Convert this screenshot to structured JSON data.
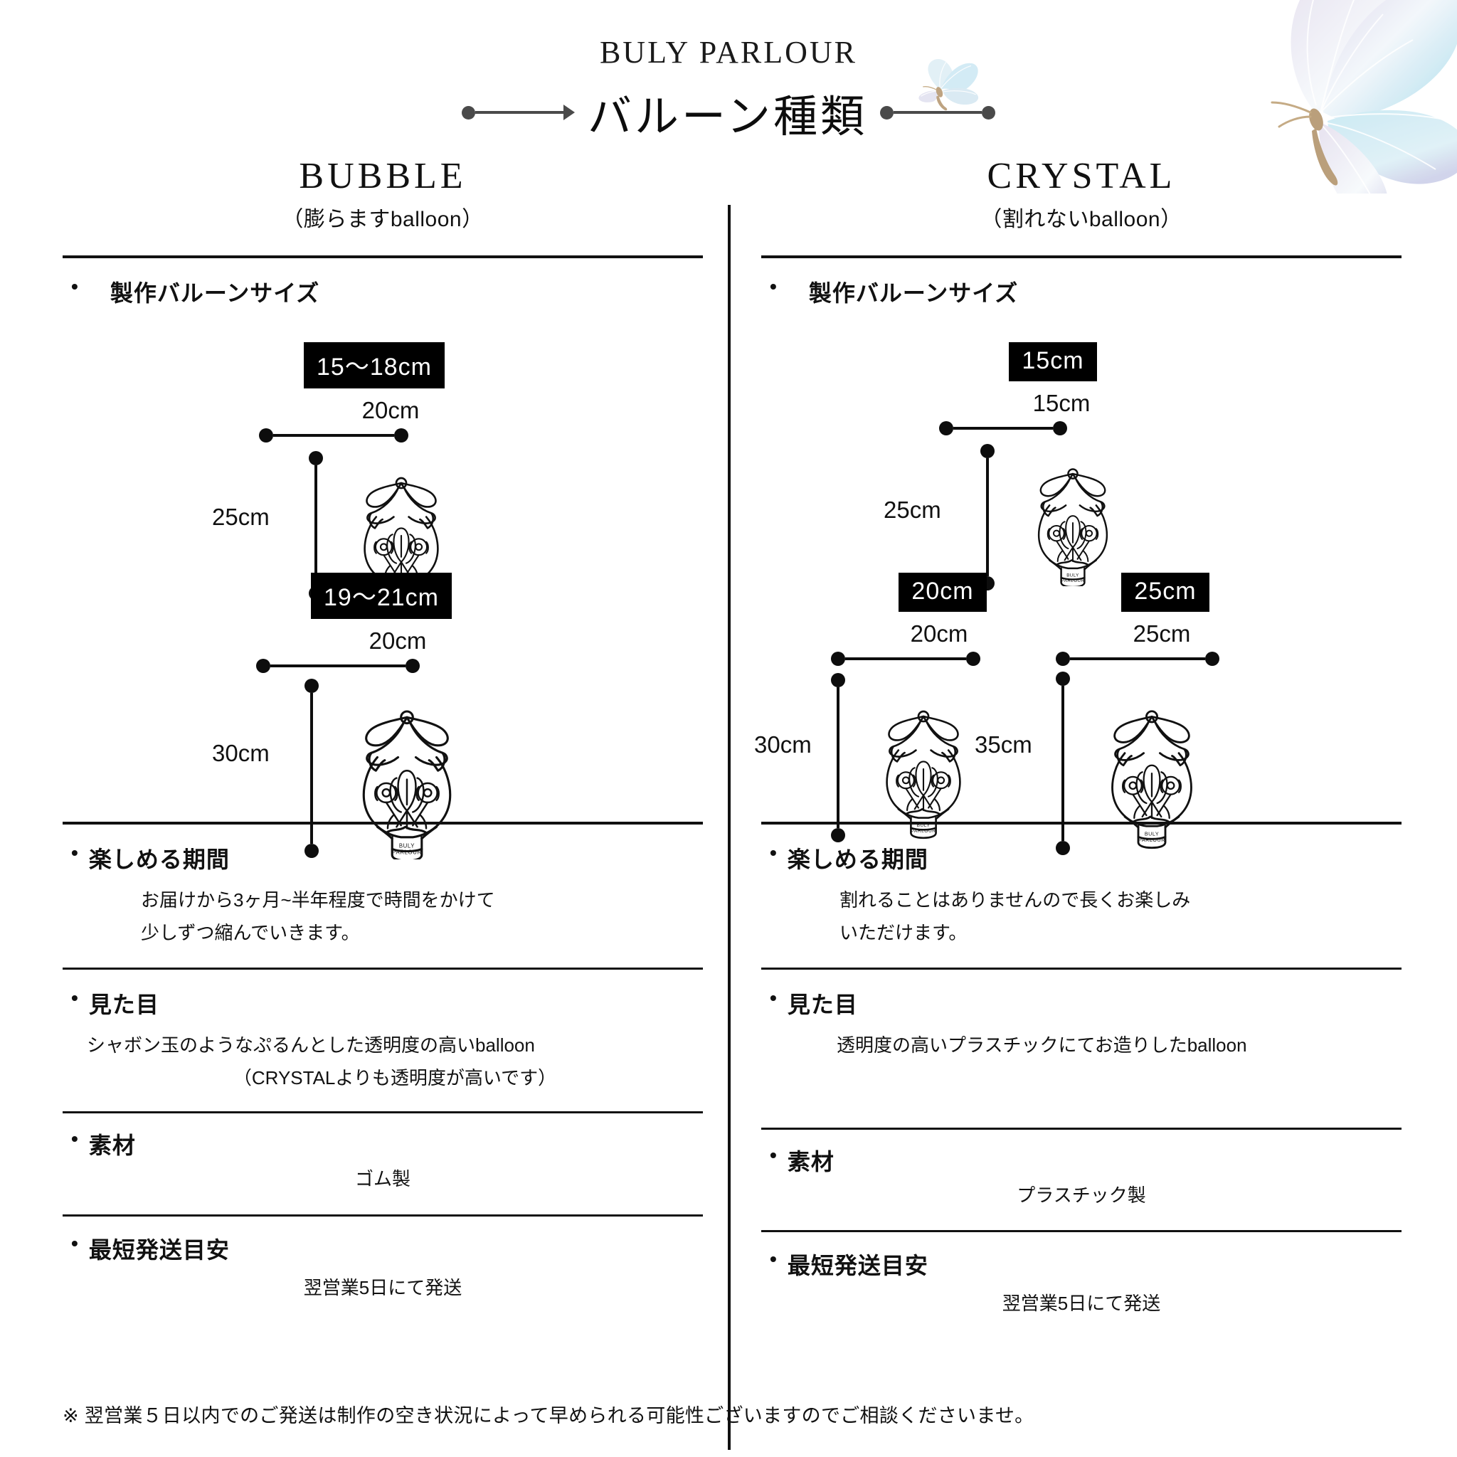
{
  "brand": "BULY PARLOUR",
  "title": "バルーン種類",
  "columns": [
    {
      "key": "bubble",
      "name": "BUBBLE",
      "subtitle": "（膨らますballoon）",
      "size_heading": "製作バルーンサイズ",
      "sizes": [
        {
          "tag": "15〜18cm",
          "width_label": "20cm",
          "height_label": "25cm"
        },
        {
          "tag": "19〜21cm",
          "width_label": "20cm",
          "height_label": "30cm"
        }
      ],
      "sections": [
        {
          "heading": "楽しめる期間",
          "lines": [
            "お届けから3ヶ月~半年程度で時間をかけて",
            "少しずつ縮んでいきます。"
          ]
        },
        {
          "heading": "見た目",
          "lines": [
            "シャボン玉のようなぷるんとした透明度の高いballoon",
            "（CRYSTALよりも透明度が高いです）"
          ]
        },
        {
          "heading": "素材",
          "lines": [
            "ゴム製"
          ]
        },
        {
          "heading": "最短発送目安",
          "lines": [
            "翌営業5日にて発送"
          ]
        }
      ]
    },
    {
      "key": "crystal",
      "name": "CRYSTAL",
      "subtitle": "（割れないballoon）",
      "size_heading": "製作バルーンサイズ",
      "sizes": [
        {
          "tag": "15cm",
          "width_label": "15cm",
          "height_label": "25cm"
        },
        {
          "tag": "20cm",
          "width_label": "20cm",
          "height_label": "30cm"
        },
        {
          "tag": "25cm",
          "width_label": "25cm",
          "height_label": "35cm"
        }
      ],
      "sections": [
        {
          "heading": "楽しめる期間",
          "lines": [
            "割れることはありませんので長くお楽しみ",
            "いただけます。"
          ]
        },
        {
          "heading": "見た目",
          "lines": [
            "透明度の高いプラスチックにてお造りしたballoon"
          ]
        },
        {
          "heading": "素材",
          "lines": [
            "プラスチック製"
          ]
        },
        {
          "heading": "最短発送目安",
          "lines": [
            "翌営業5日にて発送"
          ]
        }
      ]
    }
  ],
  "balloon_logo_line1": "BULY",
  "balloon_logo_line2": "PARLOUR",
  "footer_note": "※ 翌営業５日以内でのご発送は制作の空き状況によって早められる可能性ございますのでご相談くださいませ。",
  "bullet_glyph": "•",
  "colors": {
    "ink": "#111111",
    "tag_bg": "#000000",
    "tag_fg": "#ffffff",
    "butterfly_blue": "#bfe4ef",
    "butterfly_lilac": "#cfd0e8",
    "butterfly_body": "#b79a74"
  }
}
